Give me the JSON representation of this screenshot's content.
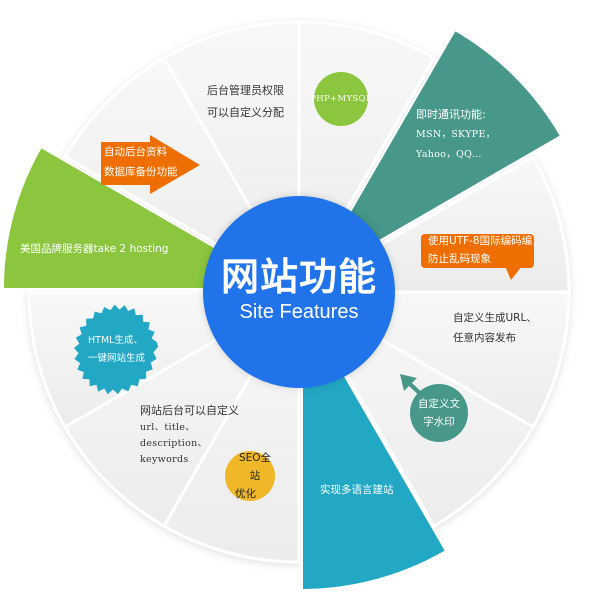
{
  "title": {
    "zh": "网站功能",
    "en": "Site Features"
  },
  "colors": {
    "center": "#2173e9",
    "light_wedge": "#f3f3f3",
    "teal": "#47978a",
    "blue": "#22a7c4",
    "green": "#8cc63e",
    "orange": "#ee6e00",
    "yellow": "#f0b828"
  },
  "segments": [
    {
      "id": "php",
      "text": [
        "PHP+MYSQL"
      ],
      "style": "green-circle"
    },
    {
      "id": "im",
      "text": [
        "即时通讯功能:",
        "MSN，SKYPE，",
        "Yahoo，QQ..."
      ],
      "style": "teal-wedge"
    },
    {
      "id": "utf8",
      "text": [
        "使用UTF-8国际编码编，",
        "防止乱码现象"
      ],
      "style": "orange-speech-bubble"
    },
    {
      "id": "url",
      "text": [
        "自定义生成URL、",
        "任意内容发布"
      ],
      "style": "plain"
    },
    {
      "id": "watermark",
      "text": [
        "自定义文",
        "字水印"
      ],
      "style": "teal-circle-arrow"
    },
    {
      "id": "multilang",
      "text": [
        "实现多语言建站"
      ],
      "style": "blue-wedge"
    },
    {
      "id": "seo",
      "text": [
        "SEO全站",
        "优化"
      ],
      "style": "yellow-circle"
    },
    {
      "id": "custom",
      "text": [
        "网站后台可以自定义",
        "url、title、",
        "description、",
        "keywords"
      ],
      "style": "plain"
    },
    {
      "id": "html",
      "text": [
        "HTML生成、",
        "一键网站生成"
      ],
      "style": "blue-starburst"
    },
    {
      "id": "hosting",
      "text": [
        "美国品牌服务器take 2 hosting"
      ],
      "style": "green-wedge"
    },
    {
      "id": "backup",
      "text": [
        "自动后台资料",
        "数据库备份功能"
      ],
      "style": "orange-arrow"
    },
    {
      "id": "admin",
      "text": [
        "后台管理员权限",
        "可以自定义分配"
      ],
      "style": "plain"
    }
  ]
}
